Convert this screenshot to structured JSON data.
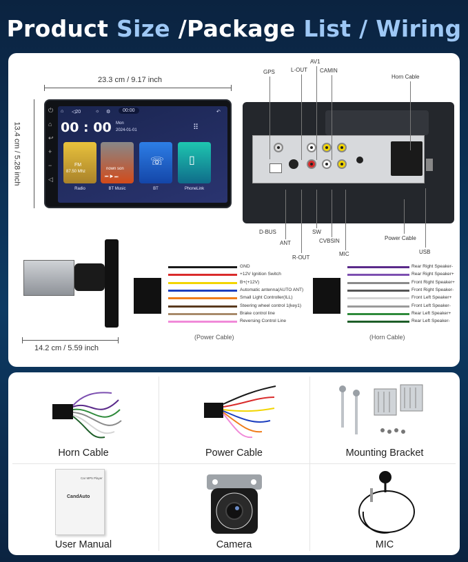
{
  "title": {
    "part1": "Product",
    "part2": "Size",
    "part3": "/Package",
    "part4": "List / Wiring"
  },
  "dimensions": {
    "width": "23.3 cm / 9.17 inch",
    "height": "13.4 cm / 5.28 inch",
    "depth": "14.2 cm / 5.59 inch"
  },
  "screen": {
    "status_count": "20",
    "status_time": "00:00",
    "clock": "00 : 00",
    "day": "Mon",
    "date": "2024-01-01",
    "radio_freq": "87.50",
    "radio_unit": "Mhz",
    "radio_band": "FM",
    "music_text": "nown son",
    "apps": [
      "Radio",
      "BT Music",
      "BT",
      "PhoneLink"
    ]
  },
  "ports": {
    "gps": "GPS",
    "lout": "L-OUT",
    "av1": "AV1",
    "camin": "CAMIN",
    "horn": "Horn Cable",
    "dbus": "D-BUS",
    "ant": "ANT",
    "rout": "R-OUT",
    "sw": "SW",
    "cvbsin": "CVBSIN",
    "mic": "MIC",
    "power": "Power Cable",
    "usb": "USB"
  },
  "power_wires": [
    {
      "label": "GND",
      "color": "#1a1a1a"
    },
    {
      "label": "+12V Ignition Switch",
      "color": "#d92b2b"
    },
    {
      "label": "B+(+12V)",
      "color": "#f2d500"
    },
    {
      "label": "Automatic antenna(AUTO ANT)",
      "color": "#1c3fbf"
    },
    {
      "label": "Small Light Controller(ILL)",
      "color": "#f07d1a"
    },
    {
      "label": "Steering wheel control 1(key1)",
      "color": "#5a3a1e"
    },
    {
      "label": "Brake control line",
      "color": "#a88a6a"
    },
    {
      "label": "Reversing Control Line",
      "color": "#f08ad8"
    }
  ],
  "horn_wires": [
    {
      "label": "Rear Right Speaker-",
      "color": "#5a2a8a"
    },
    {
      "label": "Rear Right Speaker+",
      "color": "#7c4fb0"
    },
    {
      "label": "Front Right Speaker+",
      "color": "#8a8a8a"
    },
    {
      "label": "Front Right Speaker-",
      "color": "#555555"
    },
    {
      "label": "Front Left Speaker+",
      "color": "#d4d4d4"
    },
    {
      "label": "Front Left Speaker-",
      "color": "#9a9a9a"
    },
    {
      "label": "Rear Left Speaker+",
      "color": "#2e8a3a"
    },
    {
      "label": "Rear Left Speaker-",
      "color": "#1d5e28"
    }
  ],
  "captions": {
    "power": "(Power Cable)",
    "horn": "(Horn Cable)"
  },
  "package": [
    "Horn Cable",
    "Power Cable",
    "Mounting Bracket",
    "User Manual",
    "Camera",
    "MIC"
  ],
  "manual": {
    "brand": "CandAuto",
    "heading": "Car MP5 Player"
  }
}
